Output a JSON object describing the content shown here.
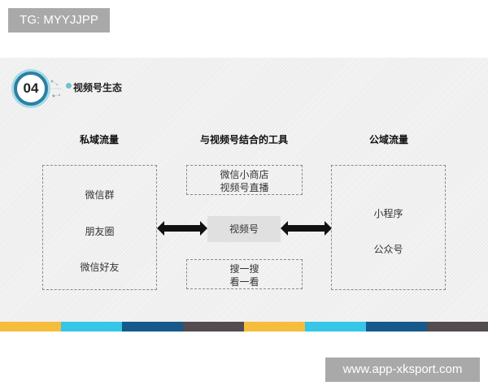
{
  "watermark_top": "TG: MYYJJPP",
  "watermark_bottom": "www.app-xksport.com",
  "section": {
    "number": "04",
    "title": "视频号生态"
  },
  "columns": {
    "private": {
      "title": "私域流量",
      "items": [
        "微信群",
        "朋友圈",
        "微信好友"
      ]
    },
    "tools": {
      "title": "与视频号结合的工具",
      "top_box": [
        "微信小商店",
        "视频号直播"
      ],
      "center": "视频号",
      "bottom_box": [
        "搜一搜",
        "看一看"
      ]
    },
    "public": {
      "title": "公域流量",
      "items": [
        "小程序",
        "公众号"
      ]
    }
  },
  "stripe_colors": [
    "#f6bd3c",
    "#35c6e8",
    "#155a8a",
    "#534b4f",
    "#f6bd3c",
    "#35c6e8",
    "#155a8a",
    "#534b4f"
  ]
}
